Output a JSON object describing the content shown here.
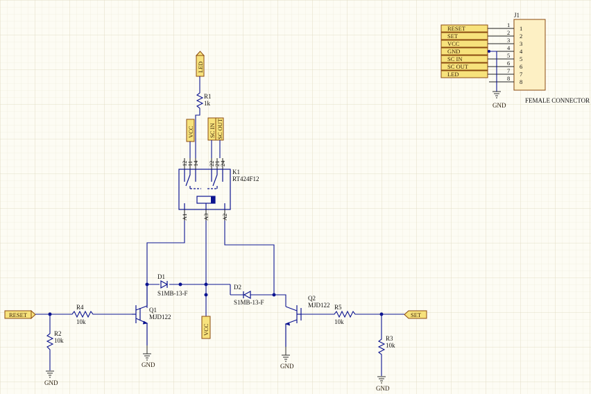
{
  "labels": {
    "reset_port": "RESET",
    "set_port": "SET",
    "led_port": "LED",
    "vcc_top": "VCC",
    "sc_in_port": "SC IN",
    "sc_out_port": "SC OUT",
    "vcc_bottom": "VCC"
  },
  "components": {
    "r1": {
      "ref": "R1",
      "value": "1k"
    },
    "r2": {
      "ref": "R2",
      "value": "10k"
    },
    "r3": {
      "ref": "R3",
      "value": "10k"
    },
    "r4": {
      "ref": "R4",
      "value": "10k"
    },
    "r5": {
      "ref": "R5",
      "value": "10k"
    },
    "d1": {
      "ref": "D1",
      "value": "S1MB-13-F"
    },
    "d2": {
      "ref": "D2",
      "value": "S1MB-13-F"
    },
    "q1": {
      "ref": "Q1",
      "value": "MJD122"
    },
    "q2": {
      "ref": "Q2",
      "value": "MJD122"
    },
    "k1": {
      "ref": "K1",
      "value": "RT424F12"
    },
    "j1": {
      "ref": "J1",
      "value": "FEMALE CONNECTOR"
    }
  },
  "relay_pins": {
    "top": [
      "12",
      "11",
      "14",
      "22",
      "21",
      "24"
    ],
    "bottom": [
      "A1",
      "A3",
      "A2"
    ]
  },
  "ground": {
    "label": "GND"
  },
  "connector": {
    "pins": [
      {
        "label": "RESET",
        "num": "1"
      },
      {
        "label": "SET",
        "num": "2"
      },
      {
        "label": "VCC",
        "num": "3"
      },
      {
        "label": "GND",
        "num": "4"
      },
      {
        "label": "SC IN",
        "num": "5"
      },
      {
        "label": "SC OUT",
        "num": "6"
      },
      {
        "label": "LED",
        "num": "7"
      },
      {
        "label": "",
        "num": "8"
      }
    ]
  }
}
